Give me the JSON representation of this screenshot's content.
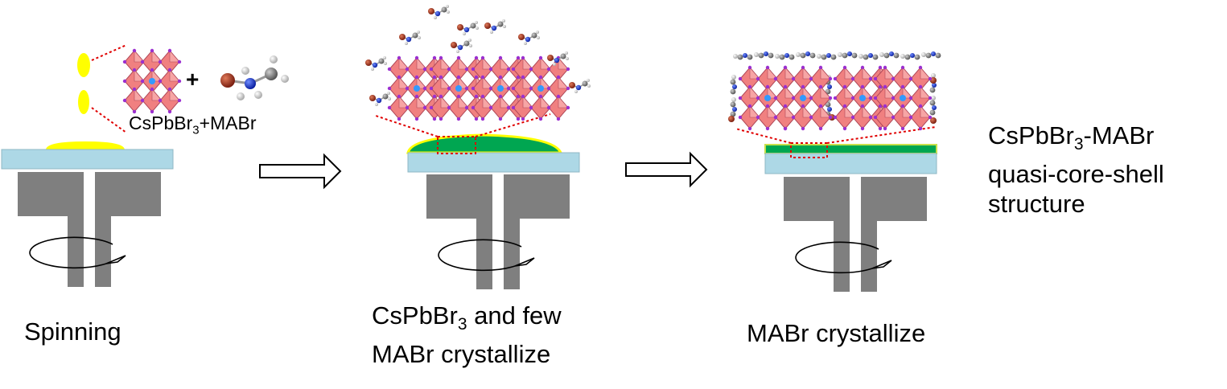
{
  "stage1": {
    "caption": "Spinning",
    "precursor": {
      "formula": "CsPbBr",
      "sub": "3",
      "suffix": "+MABr"
    },
    "plus": "+"
  },
  "stage2": {
    "caption_line1": {
      "formula": "CsPbBr",
      "sub": "3",
      "suffix": " and few"
    },
    "caption_line2": "MABr crystallize"
  },
  "stage3": {
    "caption": "MABr crystallize"
  },
  "result": {
    "line1": {
      "formula": "CsPbBr",
      "sub": "3",
      "suffix": "-MABr"
    },
    "line2": "quasi-core-shell",
    "line3": "structure"
  },
  "colors": {
    "solution": "#ffff00",
    "substrate": "#add8e6",
    "chuck": "#7f7f7f",
    "film": "#00a651",
    "film_edge": "#ffff00",
    "zoom_line": "#e00000",
    "octahedron": "#f08080",
    "octahedron_edge": "#c05060",
    "bromine_atom": "#9b30d0",
    "cesium_atom": "#3399ff",
    "br_molecule": "#a52a2a",
    "nitrogen": "#1f3fd8",
    "carbon": "#8c8c8c",
    "hydrogen": "#e6e6e6"
  }
}
